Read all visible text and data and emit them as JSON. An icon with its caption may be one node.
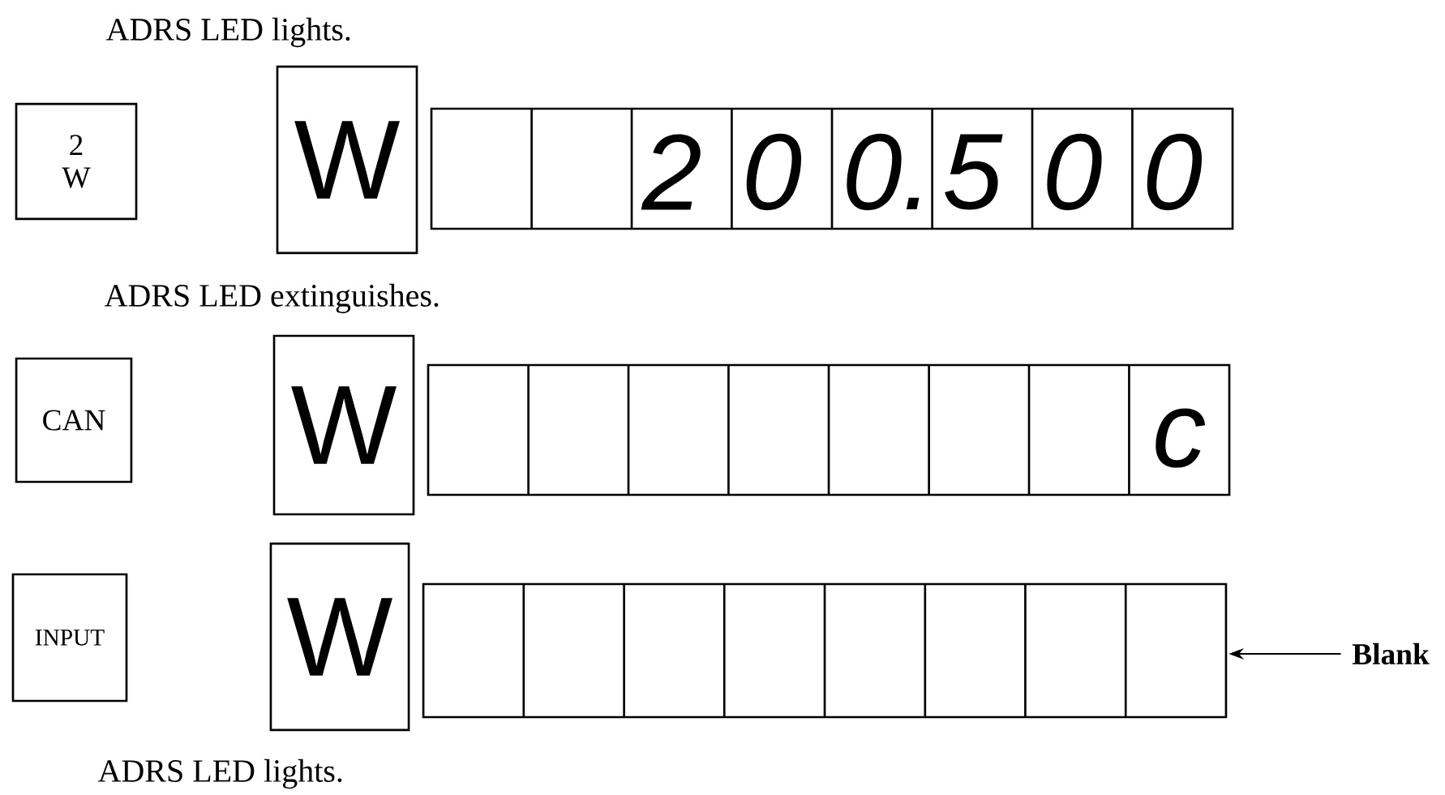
{
  "diagram": {
    "nodes": [
      {
        "text": [
          "2 W"
        ]
      },
      {
        "text": [
          "W"
        ]
      },
      {
        "text": [
          "CAN"
        ]
      },
      {
        "text": [
          "W"
        ]
      },
      {
        "text": [
          "INPUT"
        ]
      },
      {
        "text": [
          "W"
        ]
      },
      {
        "text": [],
        "shape": "box"
      },
      {
        "text": [
          "Blank"
        ]
      }
    ],
    "edges": [
      {
        "from": 7,
        "to": 6,
        "arrow": "to"
      }
    ],
    "labels": [
      "ADRS LED lights.",
      "2",
      "0",
      "0.",
      "5",
      "0",
      "0",
      "ADRS LED extinguishes.",
      "c",
      "ADRS LED lights."
    ]
  }
}
